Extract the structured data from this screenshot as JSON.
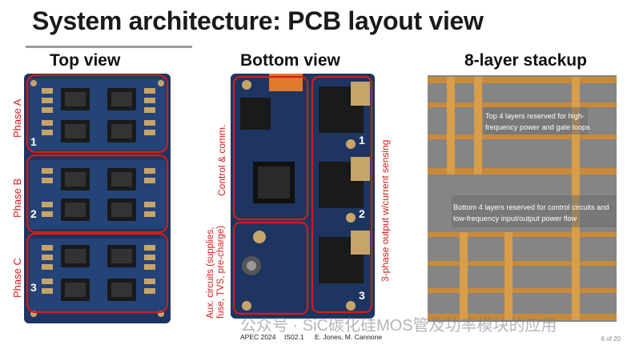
{
  "slide": {
    "title": "System architecture: PCB layout view",
    "sections": {
      "top": "Top view",
      "bottom": "Bottom view",
      "stackup": "8-layer stackup"
    },
    "top_labels": {
      "phase_a": "Phase A",
      "phase_b": "Phase B",
      "phase_c": "Phase C"
    },
    "bottom_labels": {
      "control": "Control & comm.",
      "aux": "Aux. circuits (supplies, fuse, TVS,  pre-charge)",
      "output": "3-phase output w/current sensing"
    },
    "stackup_notes": {
      "top": "Top 4 layers reserved for high-frequency power and gate loops",
      "bottom": "Bottom 4 layers reserved for control circuits and low-frequency input/output power flow"
    },
    "footer": {
      "conf": "APEC 2024",
      "session": "IS02.1",
      "authors": "E. Jones, M. Cannone",
      "page": "6 of 20"
    },
    "watermark": "公众号 · SiC碳化硅MOS管及功率模块的应用",
    "colors": {
      "red": "#d21c1c",
      "pcb": "#1d3560",
      "pad": "#c7a46a",
      "copper": "#c88a3a"
    }
  }
}
